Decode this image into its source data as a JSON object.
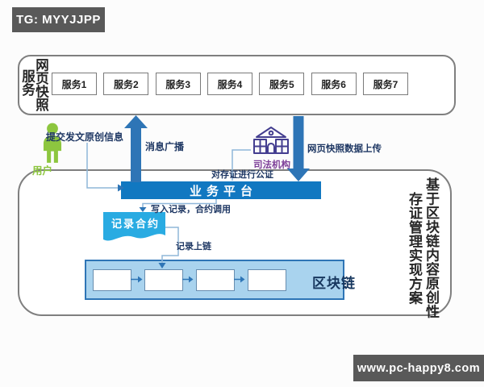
{
  "watermarks": {
    "top_left": "TG: MYYJJPP",
    "bottom_right": "www.pc-happy8.com"
  },
  "title_vertical": {
    "line1": "基于区块链内容原创性",
    "line2": "存证管理实现方案"
  },
  "snapshot_panel": {
    "vertical_label_line1": "网页快照",
    "vertical_label_line2": "服务",
    "services": [
      "服务1",
      "服务2",
      "服务3",
      "服务4",
      "服务5",
      "服务6",
      "服务7"
    ]
  },
  "actors": {
    "user_label": "用户",
    "judicial_label": "司法机构"
  },
  "flows": {
    "submit": "提交发文原创信息",
    "broadcast": "消息广播",
    "upload": "网页快照数据上传",
    "notarize": "对存证进行公证",
    "write_record": "写入记录，合约调用",
    "record_on_chain": "记录上链"
  },
  "platform": {
    "label": "业务平台"
  },
  "contract": {
    "label": "记录合约"
  },
  "blockchain": {
    "label": "区块链",
    "block_count": 4
  },
  "colors": {
    "arrow_blue": "#2e75b6",
    "platform_blue": "#1178c1",
    "contract_cyan": "#29abe2",
    "chain_fill": "#a9d3ee",
    "chain_border": "#2e75b6",
    "connector_blue": "#8fb7d9",
    "text_navy": "#1f3864",
    "user_green": "#8dc63f",
    "judicial_purple": "#7d3f98",
    "judicial_icon": "#443e90",
    "badge_gray": "#595959",
    "border_gray": "#7f7f7f",
    "box_border": "#678daf",
    "title_black": "#262626"
  }
}
